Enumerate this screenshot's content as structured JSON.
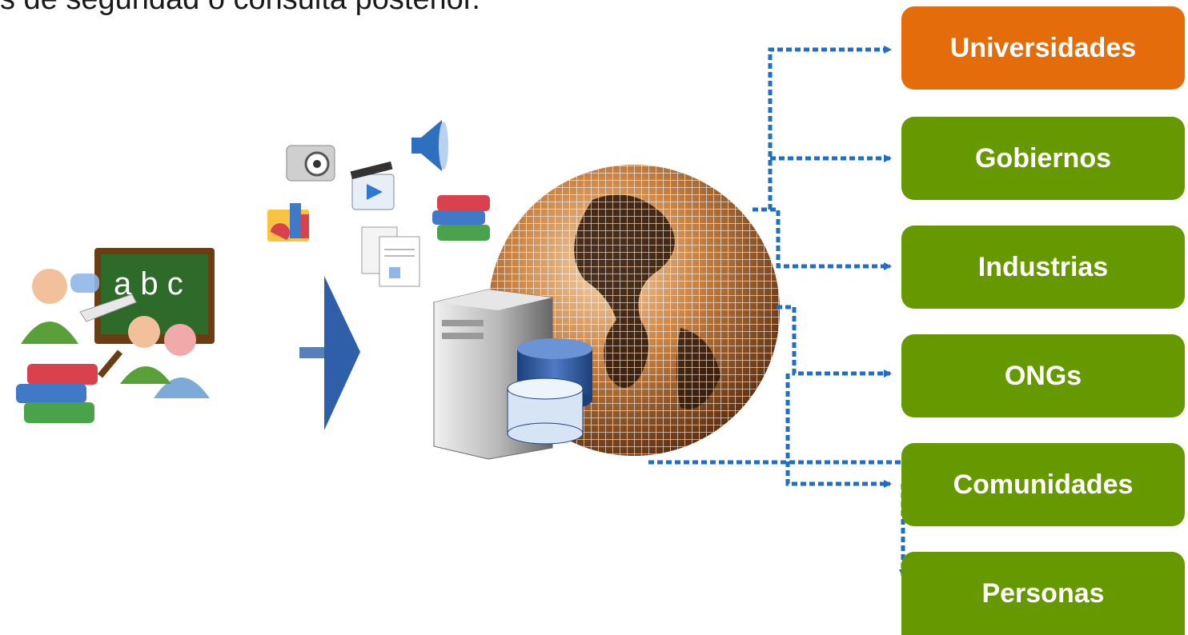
{
  "heading": "s de seguridad o consulta posterior.",
  "colors": {
    "highlight": "#e46c0a",
    "normal": "#669900",
    "connector": "#1f6fc5",
    "process_arrow": "#2f5fa8",
    "globe": "#b8702e"
  },
  "board": {
    "letters": "a b c"
  },
  "icons": [
    "teacher-students-icon",
    "camera-icon",
    "film-icon",
    "speaker-icon",
    "chart-icon",
    "books-icon",
    "documents-icon",
    "server-icon",
    "database-icon",
    "globe-icon"
  ],
  "targets": [
    {
      "label": "Universidades",
      "state": "highlight"
    },
    {
      "label": "Gobiernos",
      "state": "normal"
    },
    {
      "label": "Industrias",
      "state": "normal"
    },
    {
      "label": "ONGs",
      "state": "normal"
    },
    {
      "label": "Comunidades",
      "state": "normal"
    },
    {
      "label": "Personas",
      "state": "normal"
    }
  ]
}
